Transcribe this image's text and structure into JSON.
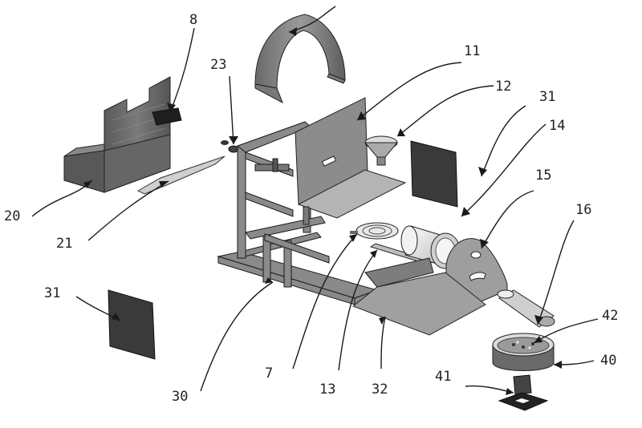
{
  "labels": {
    "l8": "8",
    "l23": "23",
    "l11": "11",
    "l12": "12",
    "l31a": "31",
    "l14": "14",
    "l15": "15",
    "l16": "16",
    "l20": "20",
    "l21": "21",
    "l31b": "31",
    "l42": "42",
    "l40": "40",
    "l41": "41",
    "l30": "30",
    "l7": "7",
    "l13": "13",
    "l32": "32"
  },
  "colors": {
    "line": "#1a1a1a",
    "panel_dark": "#3a3a3a",
    "panel_mid": "#6d6d6d",
    "panel_light": "#9a9a9a",
    "panel_pale": "#c8c8c8"
  }
}
